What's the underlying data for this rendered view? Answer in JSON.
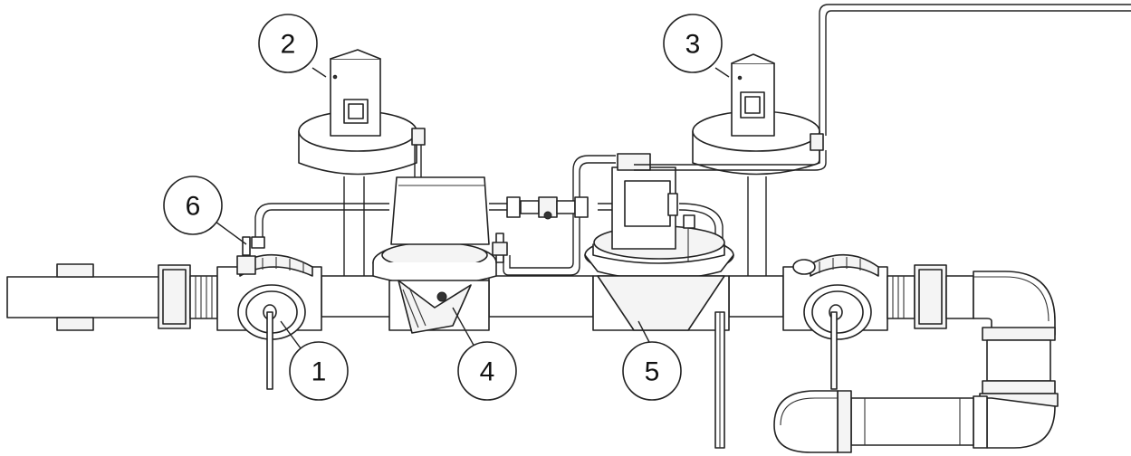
{
  "callouts": [
    {
      "label": "1"
    },
    {
      "label": "2"
    },
    {
      "label": "3"
    },
    {
      "label": "4"
    },
    {
      "label": "5"
    },
    {
      "label": "6"
    }
  ],
  "colors": {
    "line": "#222222",
    "background": "#ffffff"
  }
}
